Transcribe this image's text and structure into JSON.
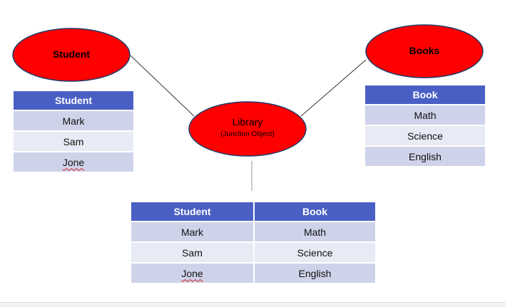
{
  "colors": {
    "ellipse_fill": "#ff0000",
    "ellipse_stroke": "#1f3a6b",
    "header": "#4a5fc4",
    "row_dark": "#cfd3ea",
    "row_light": "#e8eaf5"
  },
  "diagram": {
    "student_entity": {
      "label": "Student"
    },
    "books_entity": {
      "label": "Books"
    },
    "library_entity": {
      "label": "Library",
      "sublabel": "(Junction Object)"
    }
  },
  "student_table": {
    "header": "Student",
    "rows": [
      "Mark",
      "Sam",
      "Jone"
    ]
  },
  "book_table": {
    "header": "Book",
    "rows": [
      "Math",
      "Science",
      "English"
    ]
  },
  "junction_table": {
    "headers": [
      "Student",
      "Book"
    ],
    "rows": [
      [
        "Mark",
        "Math"
      ],
      [
        "Sam",
        "Science"
      ],
      [
        "Jone",
        "English"
      ]
    ]
  }
}
